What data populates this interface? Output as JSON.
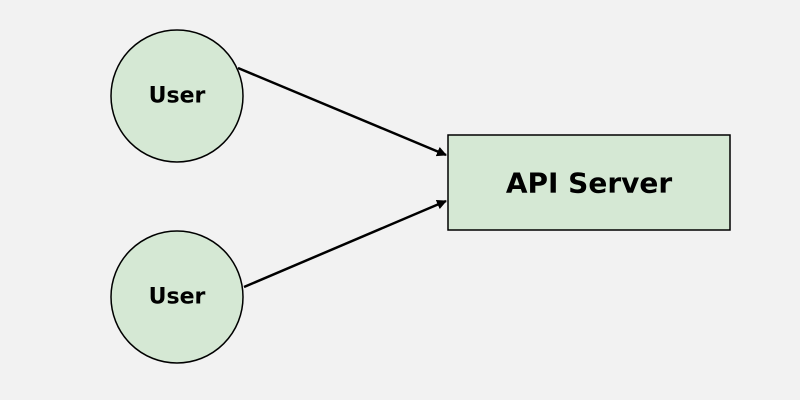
{
  "diagram": {
    "nodes": {
      "user_top": {
        "label": "User",
        "shape": "circle"
      },
      "user_bottom": {
        "label": "User",
        "shape": "circle"
      },
      "api_server": {
        "label": "API Server",
        "shape": "rectangle"
      }
    },
    "edges": [
      {
        "from": "user_top",
        "to": "api_server",
        "arrow": "end"
      },
      {
        "from": "user_bottom",
        "to": "api_server",
        "arrow": "end"
      }
    ],
    "colors": {
      "background": "#f2f2f2",
      "node_fill": "#d5e8d4",
      "node_stroke": "#000000",
      "edge_stroke": "#000000",
      "text": "#000000"
    }
  }
}
